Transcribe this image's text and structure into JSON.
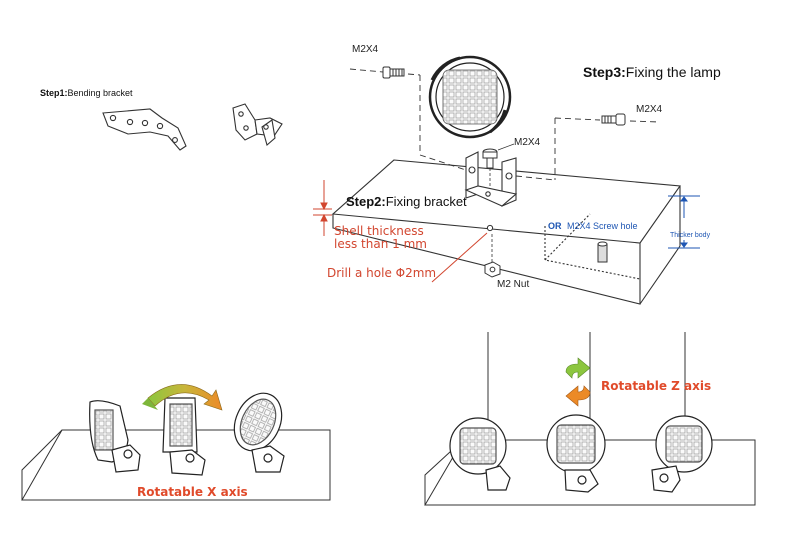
{
  "steps": {
    "step1": {
      "prefix": "Step1:",
      "text": "Bending bracket"
    },
    "step2": {
      "prefix": "Step2:",
      "text": "Fixing bracket"
    },
    "step3": {
      "prefix": "Step3:",
      "text": "Fixing the lamp"
    }
  },
  "parts": {
    "screw_top_left": "M2X4",
    "screw_right": "M2X4",
    "screw_center": "M2X4",
    "nut": "M2 Nut"
  },
  "notes": {
    "shell_thickness_line1": "Shell thickness",
    "shell_thickness_line2": "less than 1 mm",
    "drill_hole": "Drill a hole Φ2mm",
    "or_label": "OR",
    "screw_hole": "M2X4 Screw hole",
    "thicker_body": "Thicker body"
  },
  "rotation": {
    "x_axis": "Rotatable X axis",
    "z_axis": "Rotatable Z axis"
  },
  "colors": {
    "annotation_red": "#d2462f",
    "annotation_blue": "#1e56b3",
    "arrow_green": "#6fb83b",
    "arrow_orange": "#e8902a"
  }
}
